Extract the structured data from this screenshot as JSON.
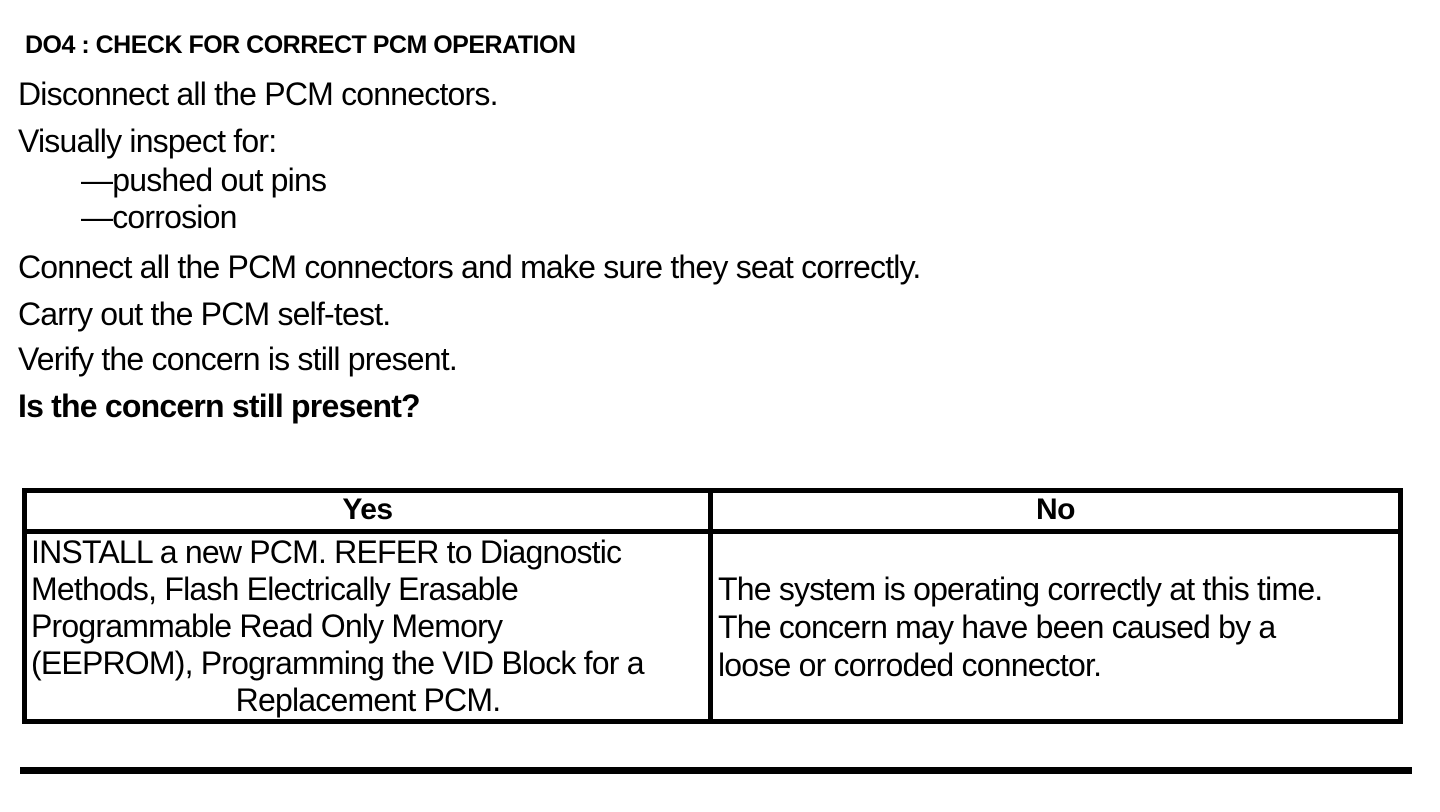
{
  "procedure": {
    "title": "DO4 : CHECK FOR CORRECT PCM OPERATION",
    "steps": [
      "Disconnect all the PCM connectors.",
      "Visually inspect for:",
      "Connect all the PCM connectors and make sure they seat correctly.",
      "Carry out the PCM self-test.",
      "Verify the concern is still present."
    ],
    "inspection_items": [
      "—pushed out pins",
      "—corrosion"
    ],
    "question": "Is the concern still present?"
  },
  "decision_table": {
    "yes_header": "Yes",
    "no_header": "No",
    "yes_lines": [
      "INSTALL a new PCM. REFER to Diagnostic",
      "Methods, Flash Electrically Erasable",
      "Programmable Read Only Memory",
      "(EEPROM), Programming the VID Block for a",
      "Replacement PCM."
    ],
    "no_lines": [
      "The system is operating correctly at this time.",
      "The concern may have been caused by a",
      "loose or corroded connector."
    ]
  },
  "colors": {
    "text": "#000000",
    "background": "#ffffff",
    "border": "#000000"
  }
}
